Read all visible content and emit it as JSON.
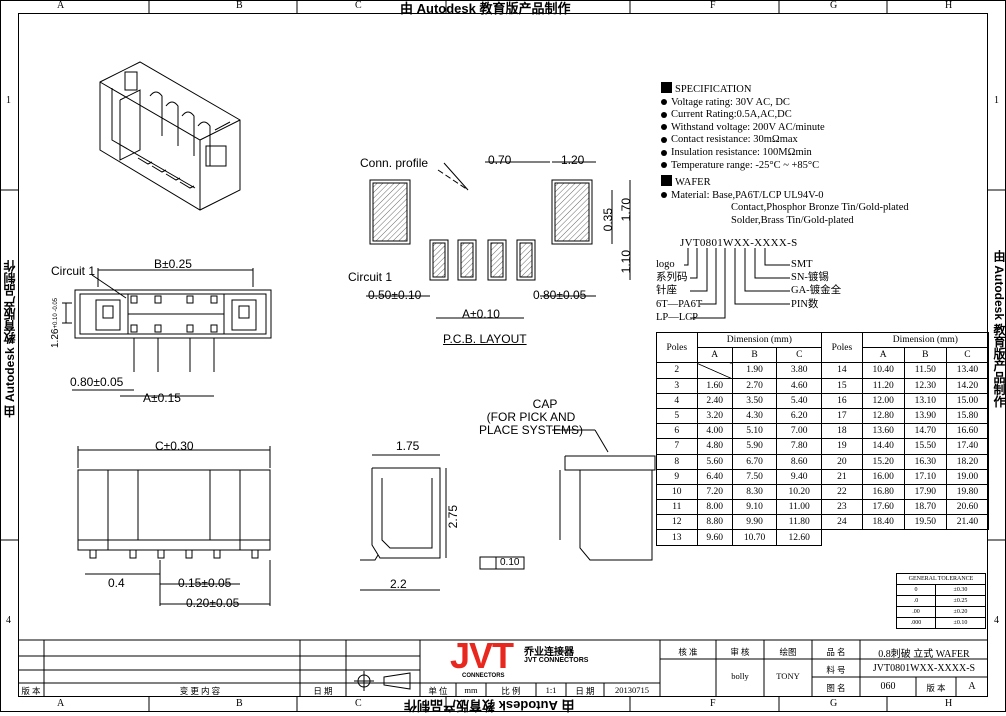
{
  "border": {
    "top_cols": [
      "A",
      "B",
      "C",
      "F",
      "G",
      "H"
    ],
    "bottom_cols": [
      "A",
      "B",
      "C",
      "F",
      "G",
      "H"
    ],
    "rows": [
      "1",
      "4"
    ],
    "watermark_top": "由 Autodesk 教育版产品制作",
    "watermark_bottom": "由 Autodesk 教育版产品制作",
    "watermark_left": "由 Autodesk 教育版产品制作",
    "watermark_right": "由 Autodesk 教育版产品制作"
  },
  "specification": {
    "title": "SPECIFICATION",
    "items": [
      "Voltage rating: 30V AC, DC",
      "Current Rating:0.5A,AC,DC",
      "Withstand voltage: 200V AC/minute",
      "Contact resistance: 30mΩmax",
      "Insulation resistance: 100MΩmin",
      "Temperature range: -25°C ~ +85°C"
    ],
    "wafer_title": "WAFER",
    "material": "Material: Base,PA6T/LCP UL94V-0",
    "material_2": "Contact,Phosphor Bronze Tin/Gold-plated",
    "material_3": "Solder,Brass Tin/Gold-plated"
  },
  "part_code": {
    "code": "JVT0801WXX-XXXX-S",
    "left_labels": [
      "logo",
      "系列码",
      "针座",
      "6T—PA6T",
      "LP—LCP"
    ],
    "right_labels": [
      "SMT",
      "SN-镀锡",
      "GA-镀金全",
      "PIN数"
    ]
  },
  "pcb": {
    "conn_profile": "Conn. profile",
    "circuit": "Circuit  1",
    "dim_070": "0.70",
    "dim_120": "1.20",
    "dim_035": "0.35",
    "dim_170": "1.70",
    "dim_110": "1.10",
    "dim_050": "0.50±0.10",
    "dim_080": "0.80±0.05",
    "dim_a": "A±0.10",
    "title": "P.C.B. LAYOUT"
  },
  "top_view": {
    "circuit": "Circuit  1",
    "dim_b": "B±0.25",
    "dim_126": "1.26",
    "dim_126_tol": "+0.10 -0.05",
    "dim_080": "0.80±0.05",
    "dim_a": "A±0.15"
  },
  "front_view": {
    "dim_c": "C±0.30",
    "dim_04": "0.4",
    "dim_015": "0.15±0.05",
    "dim_020": "0.20±0.05"
  },
  "side_view": {
    "dim_175": "1.75",
    "dim_275": "2.75",
    "dim_22": "2.2",
    "flatness": "0.10",
    "cap_label_1": "CAP",
    "cap_label_2": "(FOR PICK AND",
    "cap_label_3": "PLACE SYSTEMS)"
  },
  "dimension_table": {
    "header_poles": "Poles",
    "header_dim": "Dimension (mm)",
    "cols": [
      "A",
      "B",
      "C"
    ],
    "left": [
      [
        "2",
        "",
        "1.90",
        "3.80"
      ],
      [
        "3",
        "1.60",
        "2.70",
        "4.60"
      ],
      [
        "4",
        "2.40",
        "3.50",
        "5.40"
      ],
      [
        "5",
        "3.20",
        "4.30",
        "6.20"
      ],
      [
        "6",
        "4.00",
        "5.10",
        "7.00"
      ],
      [
        "7",
        "4.80",
        "5.90",
        "7.80"
      ],
      [
        "8",
        "5.60",
        "6.70",
        "8.60"
      ],
      [
        "9",
        "6.40",
        "7.50",
        "9.40"
      ],
      [
        "10",
        "7.20",
        "8.30",
        "10.20"
      ],
      [
        "11",
        "8.00",
        "9.10",
        "11.00"
      ],
      [
        "12",
        "8.80",
        "9.90",
        "11.80"
      ],
      [
        "13",
        "9.60",
        "10.70",
        "12.60"
      ]
    ],
    "right": [
      [
        "14",
        "10.40",
        "11.50",
        "13.40"
      ],
      [
        "15",
        "11.20",
        "12.30",
        "14.20"
      ],
      [
        "16",
        "12.00",
        "13.10",
        "15.00"
      ],
      [
        "17",
        "12.80",
        "13.90",
        "15.80"
      ],
      [
        "18",
        "13.60",
        "14.70",
        "16.60"
      ],
      [
        "19",
        "14.40",
        "15.50",
        "17.40"
      ],
      [
        "20",
        "15.20",
        "16.30",
        "18.20"
      ],
      [
        "21",
        "16.00",
        "17.10",
        "19.00"
      ],
      [
        "22",
        "16.80",
        "17.90",
        "19.80"
      ],
      [
        "23",
        "17.60",
        "18.70",
        "20.60"
      ],
      [
        "24",
        "18.40",
        "19.50",
        "21.40"
      ]
    ]
  },
  "tolerance": {
    "title": "GENERAL TOLERANCE",
    "rows": [
      [
        "0",
        "±0.30"
      ],
      [
        ".0",
        "±0.25"
      ],
      [
        ".00",
        "±0.20"
      ],
      [
        ".000",
        "±0.10"
      ]
    ]
  },
  "title_block": {
    "logo": "JVT",
    "logo_cn": "乔业连接器",
    "logo_en": "JVT CONNECTORS",
    "logo_sub": "CONNECTORS",
    "banben": "版 本",
    "biangeng": "变 更 内 容",
    "riqi": "日 期",
    "danwei": "单 位",
    "unit": "mm",
    "bili": "比 例",
    "scale": "1:1",
    "riqi2": "日 期",
    "date": "20130715",
    "hezhun": "核 准",
    "shenhe": "审 核",
    "huitu": "绘图",
    "checker": "bolly",
    "drafter": "TONY",
    "pinming": "品 名",
    "product": "0.8刺破 立式 WAFER",
    "liaohao": "料 号",
    "partno": "JVT0801WXX-XXXX-S",
    "tuming": "图 名",
    "drawing_name": "060",
    "banben2": "版 本",
    "rev": "A"
  },
  "colors": {
    "line": "#000000",
    "logo_red": "#e8281f",
    "hatch": "#555555"
  }
}
